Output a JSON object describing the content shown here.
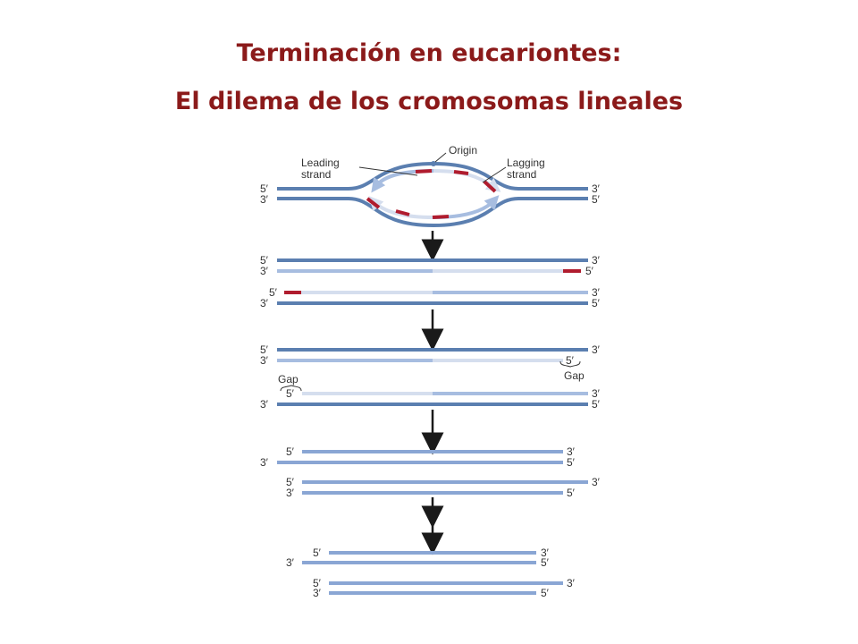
{
  "title": {
    "line1": "Terminación en eucariontes:",
    "line2": "El dilema de los cromosomas lineales"
  },
  "labels": {
    "origin": "Origin",
    "leading_1": "Leading",
    "leading_2": "strand",
    "lagging_1": "Lagging",
    "lagging_2": "strand",
    "gap": "Gap"
  },
  "ends": {
    "five": "5′",
    "three": "3′"
  },
  "colors": {
    "title": "#8b1a1a",
    "parental_strand": "#5b7fb0",
    "new_strand": "#a7bde0",
    "pale_strand": "#d5deee",
    "rna_primer": "#b01c2e",
    "arrow": "#1a1a1a"
  }
}
